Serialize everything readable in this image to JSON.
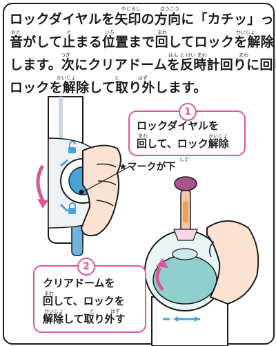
{
  "instructions": {
    "line1": "ロックダイヤルを矢印の方向に「カチッ」っと",
    "line2": "音がして止まる位置まで回してロックを解除",
    "line3": "します。次にクリアドームを反時計回りに回し",
    "line4": "ロックを解除して取り外します。"
  },
  "furigana": {
    "yajirushi": "やじるし",
    "houkou": "ほうこう",
    "oto": "おと",
    "to": "と",
    "ichi": "いち",
    "mawa1": "まわ",
    "kaijo1": "かいじょ",
    "tsugi": "つぎ",
    "hantokeimawa": "はん と けい まわ",
    "mawa2": "まわ",
    "kaijo2": "かいじょ",
    "to2": "と",
    "hazu": "はず"
  },
  "step1": {
    "number": "1",
    "line1": "ロックダイヤルを",
    "line2": "回して、ロック解除",
    "ruby_mawa": "まわ",
    "ruby_kaijo": "かいじょ"
  },
  "star_note": {
    "text": "★マークが下",
    "ruby_shita": "した"
  },
  "step2": {
    "number": "2",
    "line1": "クリアドームを",
    "line2": "回して、ロックを",
    "line3": "解除して取り外す",
    "ruby_mawa": "まわ",
    "ruby_kaijo": "かいじょ",
    "ruby_to": "と",
    "ruby_hazu": "はず"
  },
  "colors": {
    "accent_pink": "#d9589a",
    "arrow_blue": "#4aa3d8",
    "dome_teal": "#8fd0cf",
    "skin": "#fbe3d3",
    "cap_purple": "#a7548f",
    "outline": "#1a1a1a"
  },
  "icons": [
    "lock-open-icon",
    "lock-closed-icon",
    "rotation-arrow-icon",
    "star-marker-icon"
  ]
}
